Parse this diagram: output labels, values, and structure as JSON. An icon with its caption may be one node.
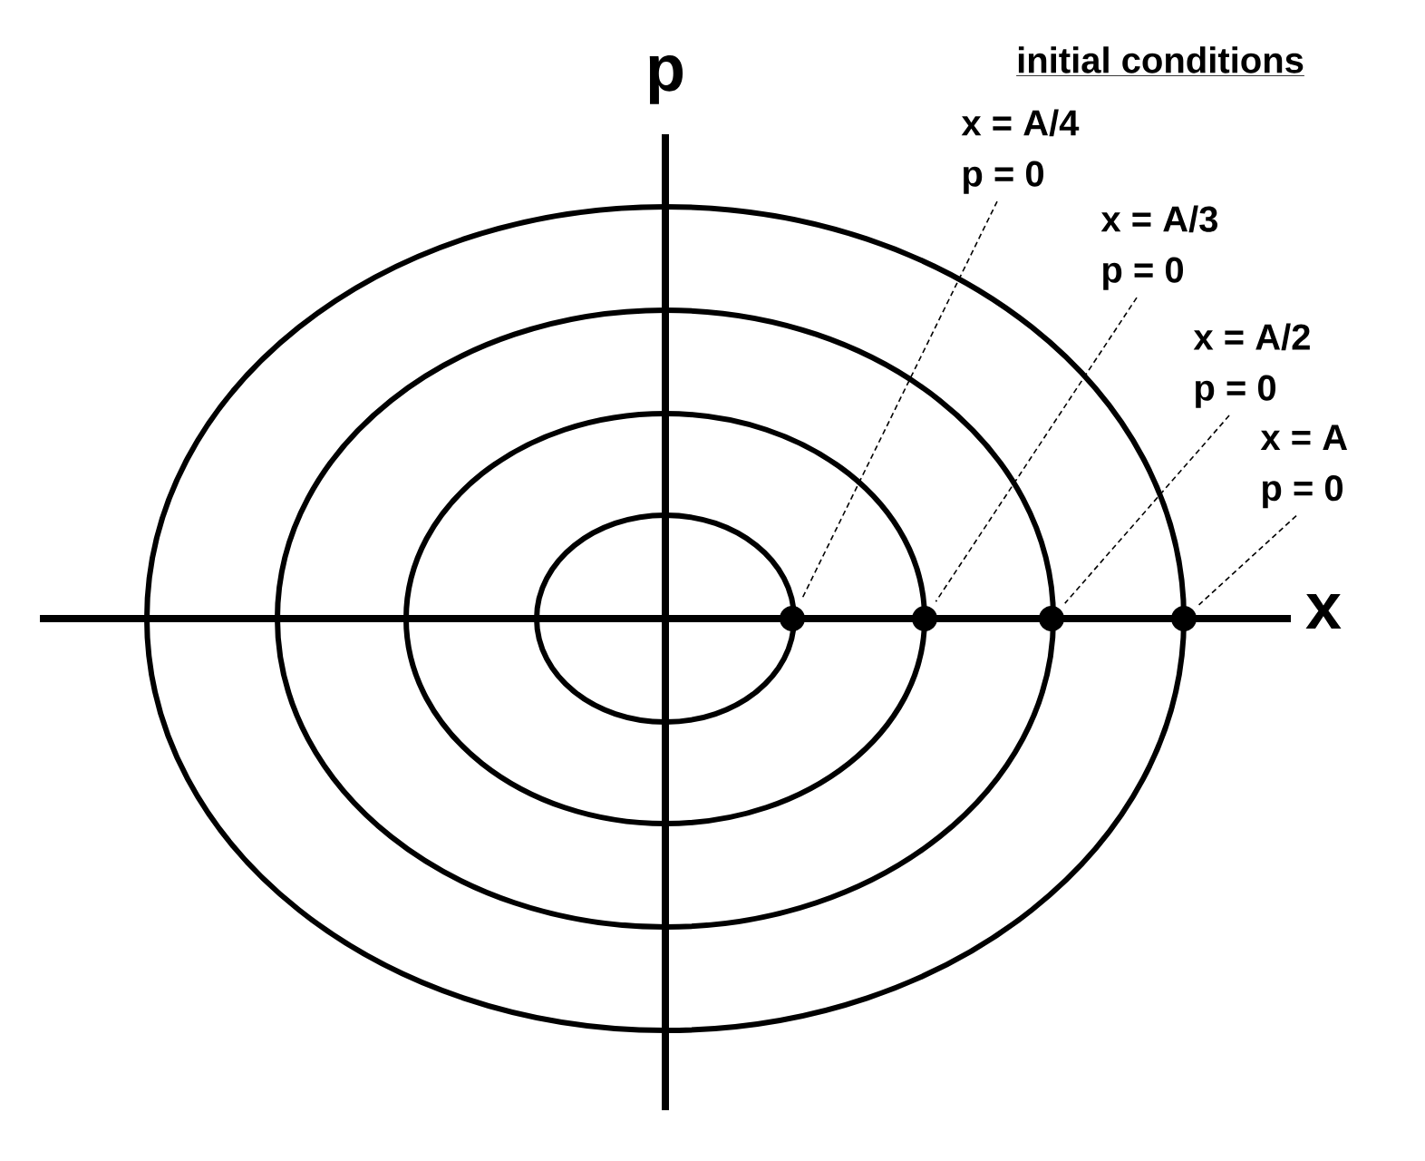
{
  "diagram": {
    "nodes": [
      {
        "text": [
          "x = A/4",
          "p = 0"
        ]
      },
      {
        "text": [
          "x = A/3",
          "p = 0"
        ]
      },
      {
        "text": [
          "x = A/2",
          "p = 0"
        ]
      },
      {
        "text": [
          "x = A",
          "p = 0"
        ]
      },
      {
        "text": [],
        "shape": "circle"
      },
      {
        "text": [],
        "shape": "circle"
      },
      {
        "text": [],
        "shape": "circle"
      },
      {
        "text": [],
        "shape": "circle"
      }
    ],
    "edges": [
      {
        "from": 0,
        "to": 4,
        "arrow": "none",
        "style": "dashed"
      },
      {
        "from": 1,
        "to": 5,
        "arrow": "none",
        "style": "dashed"
      },
      {
        "from": 2,
        "to": 6,
        "arrow": "none",
        "style": "dashed"
      },
      {
        "from": 3,
        "to": 7,
        "arrow": "none",
        "style": "dashed"
      }
    ],
    "labels": [
      "p",
      "initial conditions",
      "x"
    ]
  }
}
